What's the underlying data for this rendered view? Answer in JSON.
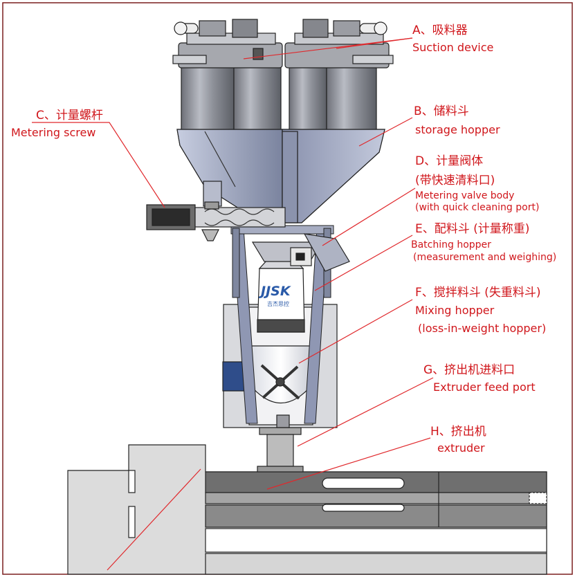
{
  "labels": {
    "a_zh": "A、吸料器",
    "a_en": "Suction device",
    "b_zh": "B、储料斗",
    "b_en": "storage hopper",
    "c_zh": "C、计量螺杆",
    "c_en": "Metering screw",
    "d_zh": "D、计量阀体",
    "d_zh2": "(带快速清料口)",
    "d_en1": "Metering valve body",
    "d_en2": "(with quick cleaning port)",
    "e_zh": "E、配料斗 (计量称重)",
    "e_en1": "Batching hopper",
    "e_en2": "(measurement and weighing)",
    "f_zh": "F、搅拌料斗 (失重料斗)",
    "f_en1": "Mixing hopper",
    "f_en2": "(loss-in-weight hopper)",
    "g_zh": "G、挤出机进料口",
    "g_en": "Extruder feed port",
    "h_zh": "H、挤出机",
    "h_en": "extruder"
  },
  "logo": {
    "brand": "JJSK",
    "sub": "吉杰思控"
  },
  "colors": {
    "label": "#d0161b",
    "leader": "#e0282c",
    "frame": "#7a1f1f",
    "machine_gray": "#8a8d96",
    "steel_blue": "#9aa3bf",
    "logo_blue": "#2a5aa8"
  }
}
